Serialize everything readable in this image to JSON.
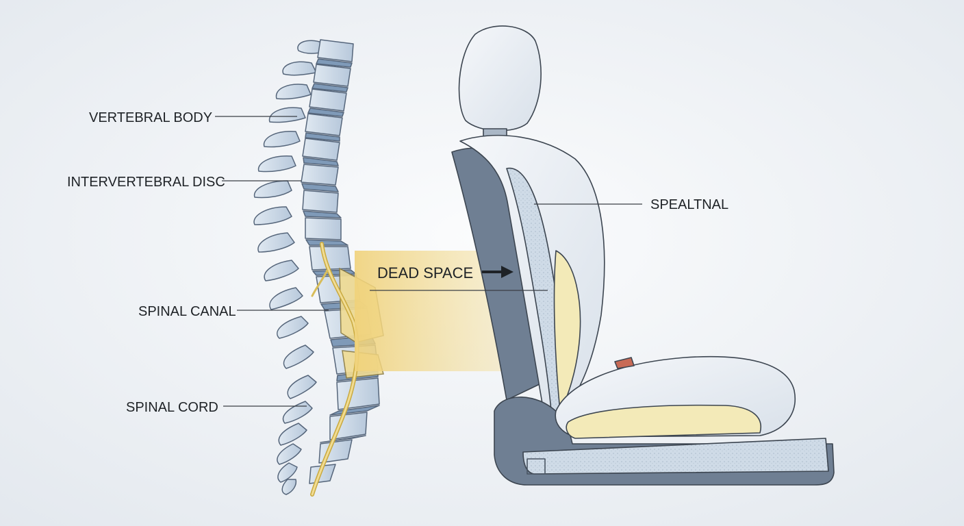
{
  "labels": {
    "vertebral_body": "VERTEBRAL BODY",
    "intervertebral_disc": "INTERVERTEBRAL DISC",
    "spinal_canal": "SPINAL CANAL",
    "spinal_cord": "SPINAL CORD",
    "dead_space": "DEAD SPACE",
    "seat_layer": "SPEALTNAL"
  },
  "icons": {
    "dead_space_arrow": "arrow-right-icon"
  },
  "colors": {
    "background": "#eef1f4",
    "bone": "#c9d7e6",
    "bone_outline": "#55657a",
    "disc": "#7f9ab8",
    "highlight": "#f1dc93",
    "seat_shell": "#6f7f93",
    "seat_cushion": "#e9eef3",
    "foam": "#f3eab8"
  }
}
